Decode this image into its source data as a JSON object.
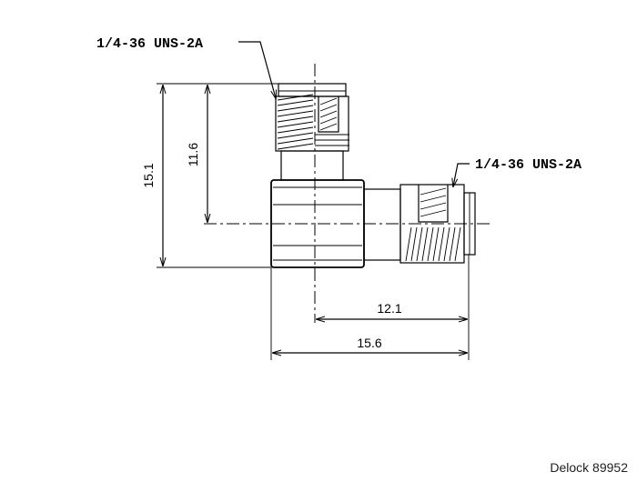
{
  "callouts": {
    "thread_top": "1/4-36 UNS-2A",
    "thread_right": "1/4-36 UNS-2A"
  },
  "dimensions": {
    "overall_height": "15.1",
    "center_height": "11.6",
    "center_to_end": "12.1",
    "overall_width": "15.6"
  },
  "credit": "Delock 89952"
}
